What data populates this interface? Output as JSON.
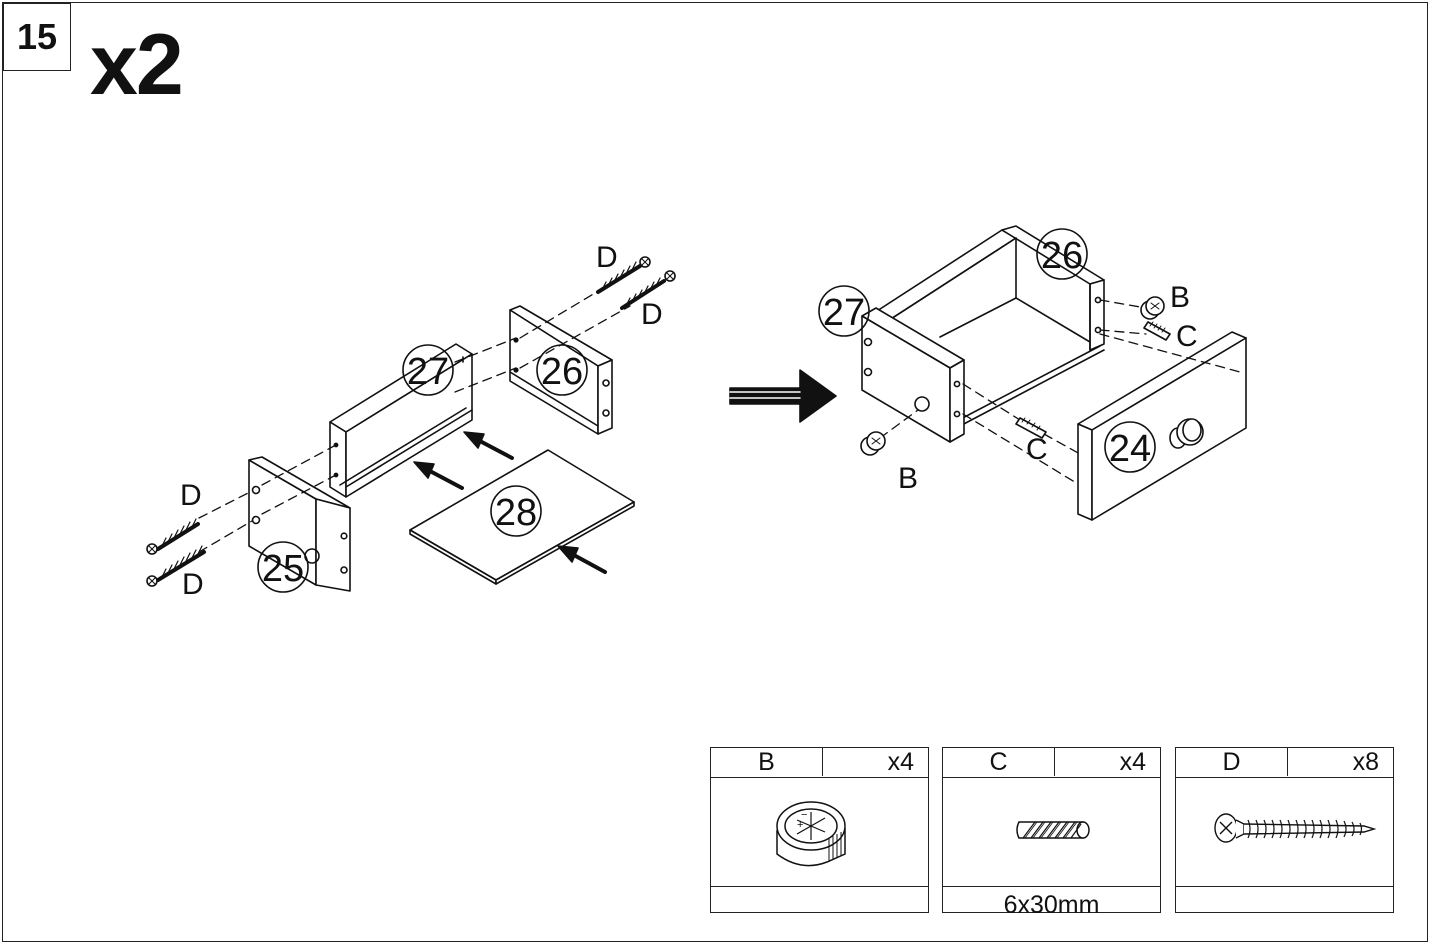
{
  "step": {
    "number": "15",
    "multiplier": "x2"
  },
  "parts": {
    "p24": "24",
    "p25": "25",
    "p26": "26",
    "p27": "27",
    "p28": "28"
  },
  "fittings": {
    "B": "B",
    "C": "C",
    "D": "D"
  },
  "hardware": [
    {
      "letter": "B",
      "qty": "x4",
      "size": "",
      "icon": "cam-lock-icon"
    },
    {
      "letter": "C",
      "qty": "x4",
      "size": "6x30mm",
      "icon": "wooden-dowel-icon"
    },
    {
      "letter": "D",
      "qty": "x8",
      "size": "",
      "icon": "wood-screw-icon"
    }
  ]
}
